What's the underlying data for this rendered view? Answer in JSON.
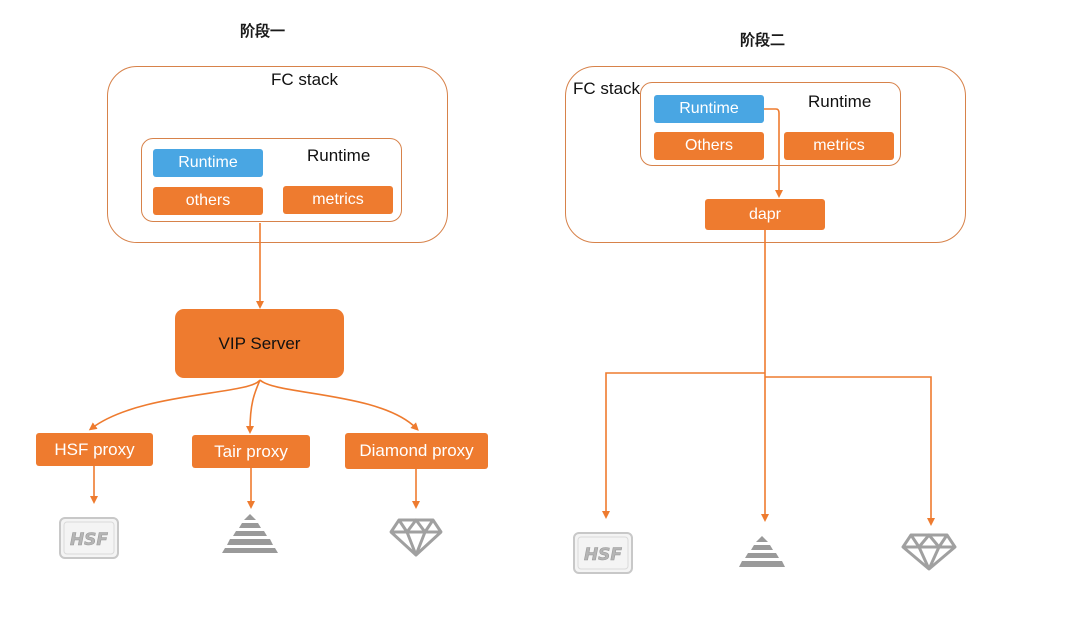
{
  "stage1": {
    "title": "阶段一",
    "stack_label": "FC stack",
    "runtime_box": {
      "runtime_chip": "Runtime",
      "runtime_text": "Runtime",
      "others": "others",
      "metrics": "metrics"
    },
    "vip_server": "VIP Server",
    "proxies": [
      "HSF proxy",
      "Tair proxy",
      "Diamond proxy"
    ],
    "backends": [
      {
        "icon": "hsf-logo-icon",
        "logo_text": "HSF"
      },
      {
        "icon": "tair-pyramid-icon"
      },
      {
        "icon": "diamond-icon"
      }
    ]
  },
  "stage2": {
    "title": "阶段二",
    "stack_label": "FC stack",
    "runtime_box": {
      "runtime_chip": "Runtime",
      "runtime_text": "Runtime",
      "others": "Others",
      "metrics": "metrics"
    },
    "dapr": "dapr",
    "backends": [
      {
        "icon": "hsf-logo-icon",
        "logo_text": "HSF"
      },
      {
        "icon": "tair-pyramid-icon"
      },
      {
        "icon": "diamond-icon"
      }
    ]
  },
  "colors": {
    "orange": "#ee7b2f",
    "blue": "#49a6e3",
    "border": "#d7824a",
    "connector": "#ee7b2f",
    "icon_gray": "#9a9a9a"
  }
}
